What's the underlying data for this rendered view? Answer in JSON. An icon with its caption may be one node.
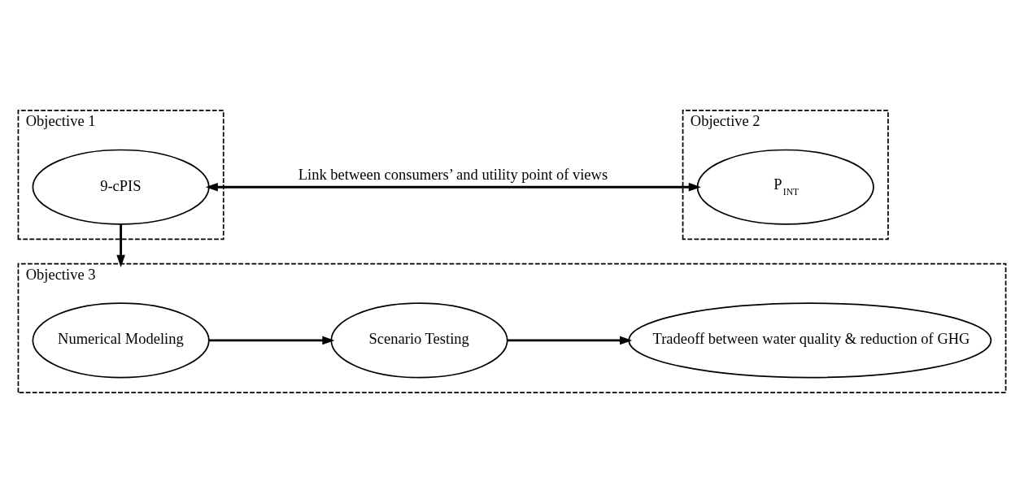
{
  "diagram": {
    "nodes": [
      {
        "text": [
          "Objective 1"
        ]
      },
      {
        "text": [
          "9-cPIS"
        ],
        "in": 0
      },
      {
        "text": [
          "Objective 2"
        ]
      },
      {
        "text": [
          "P$_{INT}$"
        ],
        "in": 2
      },
      {
        "text": [
          "Objective 3"
        ]
      },
      {
        "text": [
          "Numerical Modeling"
        ],
        "in": 4
      },
      {
        "text": [
          "Scenario Testing"
        ],
        "in": 4
      },
      {
        "text": [
          "Tradeoff between water quality & reduction of GHG"
        ],
        "in": 4
      }
    ],
    "edges": [
      {
        "from": 1,
        "to": 3,
        "arrow": "both",
        "label": "Link between consumers’ and utility point of views"
      },
      {
        "from": 1,
        "to": 4,
        "arrow": "to"
      },
      {
        "from": 5,
        "to": 6,
        "arrow": "to"
      },
      {
        "from": 6,
        "to": 7,
        "arrow": "to"
      }
    ]
  }
}
